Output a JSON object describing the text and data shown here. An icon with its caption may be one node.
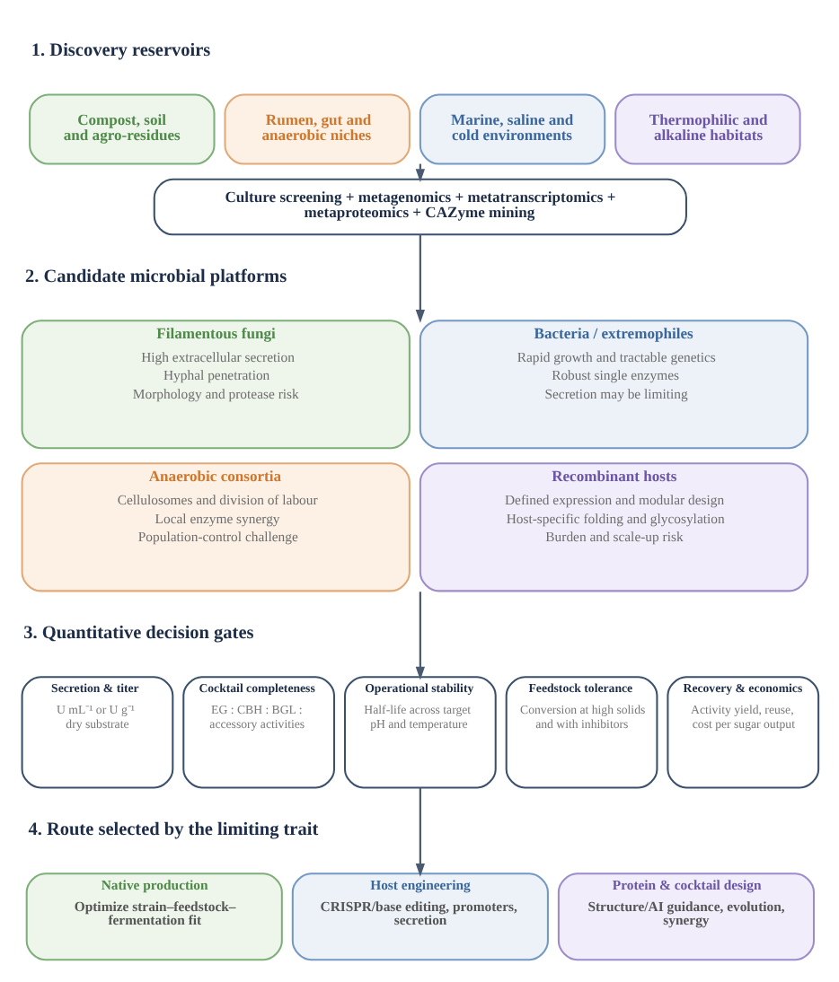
{
  "diagram": {
    "nodes": [
      {
        "text": [
          "Compost, soil and agro-residues"
        ]
      },
      {
        "text": [
          "Rumen, gut and anaerobic niches"
        ]
      },
      {
        "text": [
          "Marine, saline and cold environments"
        ]
      },
      {
        "text": [
          "Thermophilic and alkaline habitats"
        ]
      },
      {
        "text": [
          "Culture screening + metagenomics + metatranscriptomics + metaproteomics + CAZyme mining"
        ]
      },
      {
        "text": [
          "Filamentous fungi",
          "High extracellular secretion",
          "Hyphal penetration",
          "Morphology and protease risk"
        ]
      },
      {
        "text": [
          "Bacteria / extremophiles",
          "Rapid growth and tractable genetics",
          "Robust single enzymes",
          "Secretion may be limiting"
        ]
      },
      {
        "text": [
          "Anaerobic consortia",
          "Cellulosomes and division of labour",
          "Local enzyme synergy",
          "Population-control challenge"
        ]
      },
      {
        "text": [
          "Recombinant hosts",
          "Defined expression and modular design",
          "Host-specific folding and glycosylation",
          "Burden and scale-up risk"
        ]
      },
      {
        "text": [
          "Secretion & titer",
          "U mL⁻¹ or U g⁻¹ dry substrate"
        ]
      },
      {
        "text": [
          "Cocktail completeness",
          "EG : CBH : BGL : accessory activities"
        ]
      },
      {
        "text": [
          "Operational stability",
          "Half-life across target pH and temperature"
        ]
      },
      {
        "text": [
          "Feedstock tolerance",
          "Conversion at high solids and with inhibitors"
        ]
      },
      {
        "text": [
          "Recovery & economics",
          "Activity yield, reuse, cost per sugar output"
        ]
      },
      {
        "text": [
          "Native production",
          "Optimize strain–feedstock–fermentation fit"
        ]
      },
      {
        "text": [
          "Host engineering",
          "CRISPR/base editing, promoters, secretion"
        ]
      },
      {
        "text": [
          "Protein & cocktail design",
          "Structure/AI guidance, evolution, synergy"
        ]
      }
    ],
    "edges": [
      {
        "from": 2,
        "to": 4,
        "arrow": "to"
      },
      {
        "from": 4,
        "to": 6,
        "arrow": "to"
      },
      {
        "from": 8,
        "to": 11,
        "arrow": "to"
      },
      {
        "from": 11,
        "to": 15,
        "arrow": "to"
      }
    ],
    "labels": [
      "1. Discovery reservoirs",
      "2. Candidate microbial platforms",
      "3. Quantitative decision gates",
      "4. Route selected by the limiting trait"
    ]
  }
}
